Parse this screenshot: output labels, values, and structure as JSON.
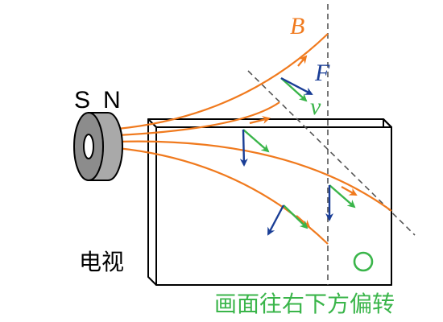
{
  "magnet": {
    "south": "S",
    "north": "N"
  },
  "symbols": {
    "field": "B",
    "force": "F",
    "velocity": "v"
  },
  "tv_label": "电视",
  "caption": "画面往右下方偏转",
  "colors": {
    "field_line": "#f07a1e",
    "force_arrow": "#1a3e96",
    "velocity_arrow": "#3ab54a",
    "spot": "#3ab54a",
    "outline": "#000000",
    "guide": "#555555",
    "magnet_face": "#8c8c8c"
  },
  "icons": {
    "spot": "circle-outline",
    "magnet": "ring-magnet"
  }
}
